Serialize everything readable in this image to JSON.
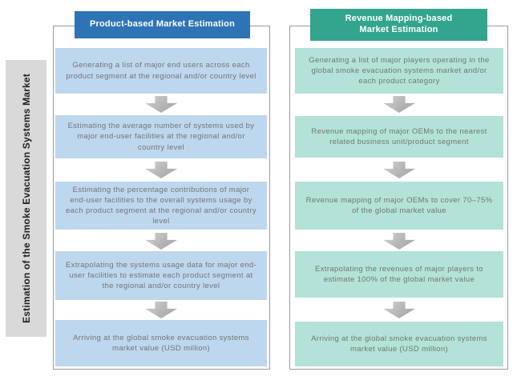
{
  "sidebar": {
    "label": "Estimation of the Smoke Evacuation Systems Market"
  },
  "columns": {
    "left": {
      "header": "Product-based Market Estimation",
      "steps": [
        "Generating a list of major end users across each product segment at the regional and/or country level",
        "Estimating the average number of systems used by major end-user facilities at the regional and/or country level",
        "Estimating the percentage contributions of major end-user facilities to the overall systems usage by each product segment at the regional and/or country level",
        "Extrapolating the systems usage data for major end-user facilities to estimate each product segment at the regional and/or country level",
        "Arriving at the global smoke evacuation systems market value (USD million)"
      ]
    },
    "right": {
      "header": "Revenue Mapping-based Market Estimation",
      "steps": [
        "Generating a list of major players operating in the global smoke evacuation systems market and/or each product category",
        "Revenue mapping of major OEMs to the nearest related business unit/product segment",
        "Revenue mapping of major OEMs to cover 70–75% of the global market value",
        "Extrapolating the revenues of major players to estimate 100% of the global market value",
        "Arriving at the global smoke evacuation systems market value (USD million)"
      ]
    }
  },
  "colors": {
    "header_blue": "#2e74b5",
    "step_blue": "#bdd7ee",
    "header_teal": "#33a58c",
    "step_teal": "#b2e3d6",
    "sidebar_gray": "#d9d9d9",
    "arrow_gray": "#b5b5b5",
    "frame_border": "#9b9b9b",
    "step_text": "#757575"
  }
}
